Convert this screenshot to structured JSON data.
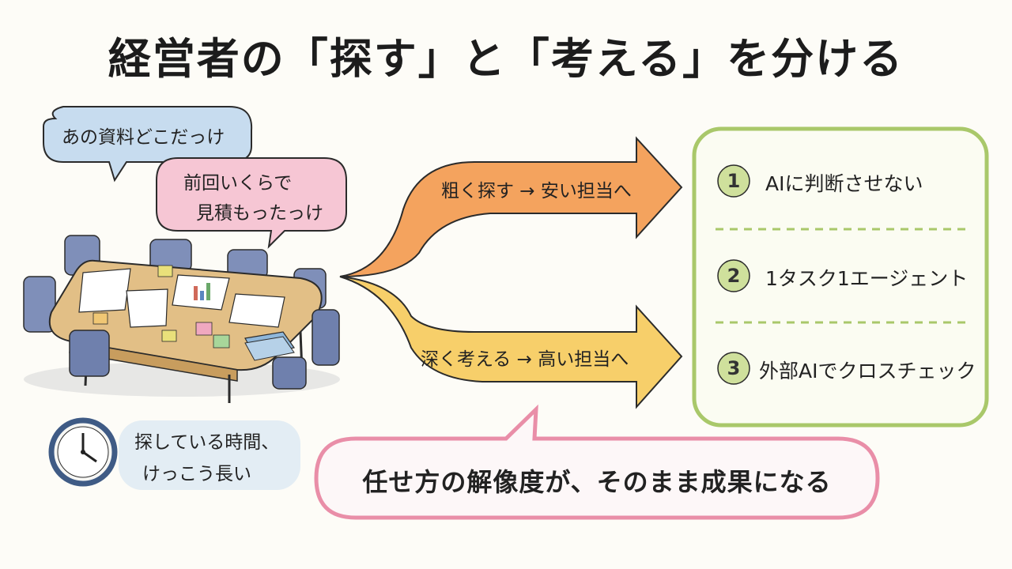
{
  "title": "経営者の「探す」と「考える」を分ける",
  "bubbles": {
    "top": "あの資料どこだっけ",
    "second_line1": "前回いくらで",
    "second_line2": "見積もったっけ"
  },
  "clock_note": {
    "line1": "探している時間、",
    "line2": "けっこう長い"
  },
  "arrows": {
    "upper": "粗く探す → 安い担当へ",
    "lower": "深く考える → 高い担当へ"
  },
  "rules": [
    {
      "num": "1",
      "label": "AIに判断させない"
    },
    {
      "num": "2",
      "label": "1タスク1エージェント"
    },
    {
      "num": "3",
      "label": "外部AIでクロスチェック"
    }
  ],
  "bottom_message": "任せ方の解像度が、そのまま成果になる",
  "colors": {
    "bubble_blue": "#c7dcef",
    "bubble_pink": "#f6c6d4",
    "arrow_orange": "#f4a35e",
    "arrow_yellow": "#f7cf6a",
    "panel_border": "#a9c86a",
    "num_circle": "#cfe09c",
    "bottom_border": "#e98ea8"
  }
}
